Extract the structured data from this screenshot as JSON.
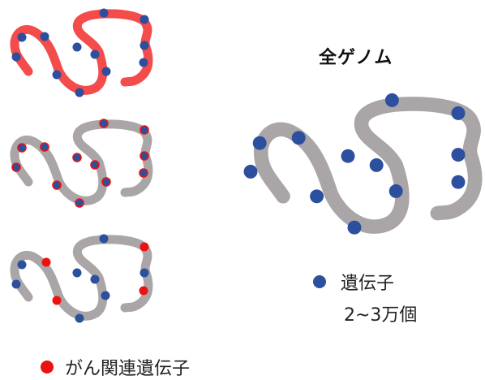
{
  "title": "全ゲノム",
  "legend": {
    "genes_label": "遺伝子",
    "genes_count": "2~3万個",
    "cancer_label": "がん関連遺伝子"
  },
  "colors": {
    "gene_dot": "#2c4f9e",
    "cancer_dot": "#ee1111",
    "chromosome_gray": "#aaa6a7",
    "chromosome_highlight": "#f44b4b"
  },
  "panels": [
    {
      "name": "panel-all-red",
      "strand": "red",
      "dots": "blue"
    },
    {
      "name": "panel-red-outlined",
      "strand": "gray",
      "dots": "blue-red-outline"
    },
    {
      "name": "panel-mixed",
      "strand": "gray",
      "dots": "mixed"
    },
    {
      "name": "panel-whole-genome",
      "strand": "gray",
      "dots": "blue"
    }
  ]
}
